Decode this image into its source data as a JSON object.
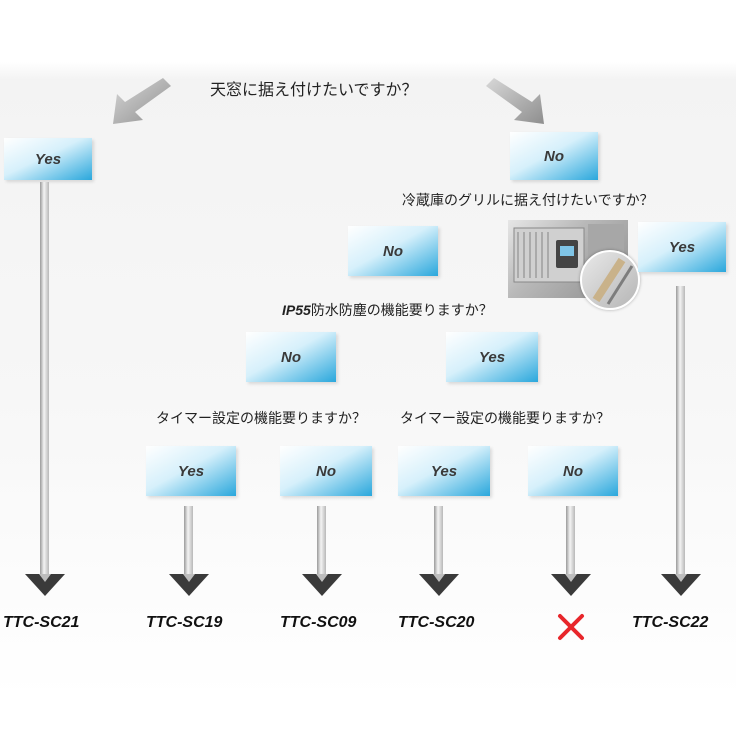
{
  "questions": {
    "q1": "天窓に据え付けたいですか？",
    "q2": "冷蔵庫のグリルに据え付けたいですか？",
    "q3_bold": "IP55",
    "q3_rest": "防水防塵の機能要りますか？",
    "q4": "タイマー設定の機能要りますか？",
    "q5": "タイマー設定の機能要りますか？"
  },
  "boxes": {
    "yes1": "Yes",
    "no1": "No",
    "yes2": "Yes",
    "no2": "No",
    "no3": "No",
    "yes3": "Yes",
    "yes4": "Yes",
    "no4": "No",
    "yes5": "Yes",
    "no5": "No"
  },
  "results": {
    "r1": "TTC-SC21",
    "r2": "TTC-SC19",
    "r3": "TTC-SC09",
    "r4": "TTC-SC20",
    "r6": "TTC-SC22"
  },
  "icons": {
    "none_result": "red-x-icon",
    "photo": "refrigerator-grille-photo"
  },
  "colors": {
    "box_gradient_light": "#ffffff",
    "box_gradient_dark": "#2aa7dc",
    "arrow_gray": "#a8a8a8",
    "cross_red": "#e8262b"
  }
}
